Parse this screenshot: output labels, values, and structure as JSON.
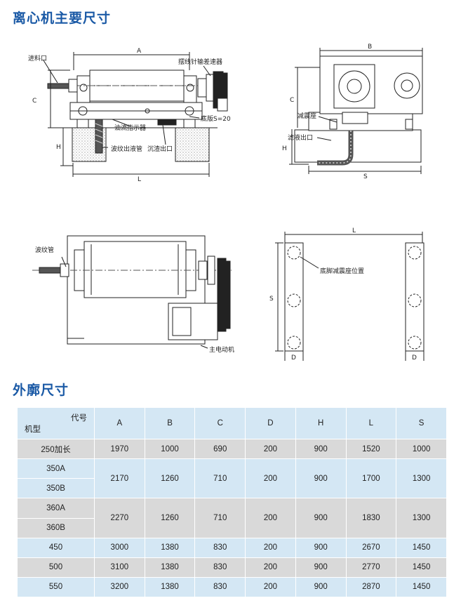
{
  "headings": {
    "main_dimensions": "离心机主要尺寸",
    "outline_dimensions": "外廓尺寸"
  },
  "diagram_labels": {
    "front": {
      "feed_inlet": "进料口",
      "reducer": "摆线针输差速器",
      "oil_indicator": "油流指示器",
      "base_plate": "底版S=20",
      "corrugated_pipe": "波纹出液管",
      "sediment_outlet": "沉渣出口",
      "dim_A": "A",
      "dim_C": "C",
      "dim_H": "H",
      "dim_L": "L"
    },
    "side": {
      "dim_B": "B",
      "dim_C": "C",
      "damper_seat": "减震座",
      "filtrate_outlet": "滤液出口",
      "dim_H": "H",
      "dim_S": "S"
    },
    "top": {
      "corrugated_pipe": "波纹管",
      "main_motor": "主电动机"
    },
    "footprint": {
      "dim_L": "L",
      "damper_position": "底脚减震座位置",
      "dim_S": "S",
      "dim_D_left": "D",
      "dim_D_right": "D"
    }
  },
  "table": {
    "corner_code": "代号",
    "corner_model": "机型",
    "columns": [
      "A",
      "B",
      "C",
      "D",
      "H",
      "L",
      "S"
    ],
    "rows": [
      {
        "models": [
          "250加长"
        ],
        "values": [
          "1970",
          "1000",
          "690",
          "200",
          "900",
          "1520",
          "1000"
        ]
      },
      {
        "models": [
          "350A",
          "350B"
        ],
        "values": [
          "2170",
          "1260",
          "710",
          "200",
          "900",
          "1700",
          "1300"
        ]
      },
      {
        "models": [
          "360A",
          "360B"
        ],
        "values": [
          "2270",
          "1260",
          "710",
          "200",
          "900",
          "1830",
          "1300"
        ]
      },
      {
        "models": [
          "450"
        ],
        "values": [
          "3000",
          "1380",
          "830",
          "200",
          "900",
          "2670",
          "1450"
        ]
      },
      {
        "models": [
          "500"
        ],
        "values": [
          "3100",
          "1380",
          "830",
          "200",
          "900",
          "2770",
          "1450"
        ]
      },
      {
        "models": [
          "550"
        ],
        "values": [
          "3200",
          "1380",
          "830",
          "200",
          "900",
          "2870",
          "1450"
        ]
      }
    ]
  }
}
